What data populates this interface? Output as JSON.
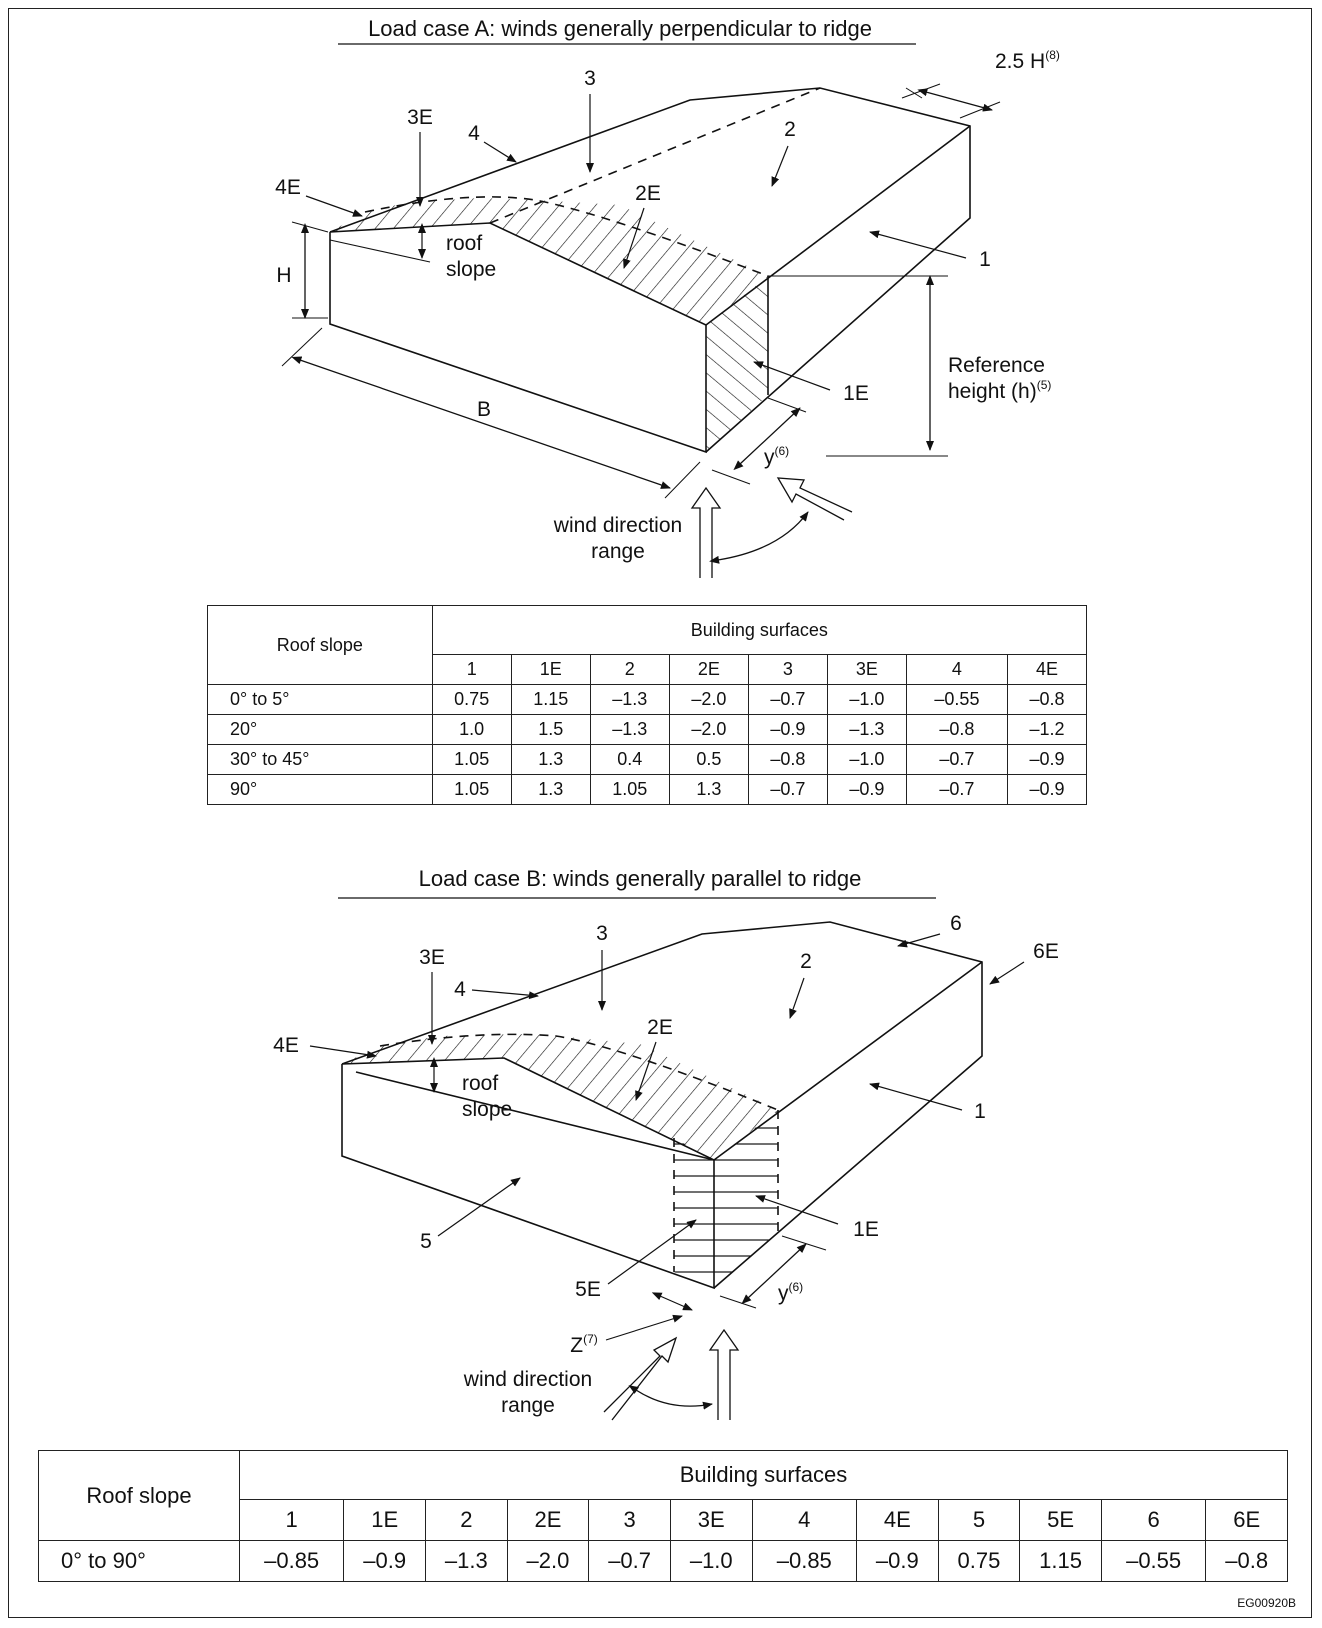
{
  "figure_code": "EG00920B",
  "case_a": {
    "title": "Load case A:  winds generally perpendicular to ridge",
    "labels": {
      "s3": "3",
      "s4": "4",
      "s3e": "3E",
      "s4e": "4E",
      "s2": "2",
      "s2e": "2E",
      "s1": "1",
      "s1e": "1E",
      "h": "H",
      "b": "B",
      "roof": "roof",
      "slope": "slope",
      "ref_line1": "Reference",
      "ref_line2": "height (h)",
      "ref_sup": "(5)",
      "y": "y",
      "y_sup": "(6)",
      "h25": "2.5 H",
      "h25_sup": "(8)",
      "wind1": "wind direction",
      "wind2": "range"
    },
    "table": {
      "row_header": "Roof slope",
      "group_header": "Building surfaces",
      "columns": [
        "1",
        "1E",
        "2",
        "2E",
        "3",
        "3E",
        "4",
        "4E"
      ],
      "rows": [
        {
          "slope": "0° to 5°",
          "values": [
            "0.75",
            "1.15",
            "–1.3",
            "–2.0",
            "–0.7",
            "–1.0",
            "–0.55",
            "–0.8"
          ]
        },
        {
          "slope": "20°",
          "values": [
            "1.0",
            "1.5",
            "–1.3",
            "–2.0",
            "–0.9",
            "–1.3",
            "–0.8",
            "–1.2"
          ]
        },
        {
          "slope": "30° to 45°",
          "values": [
            "1.05",
            "1.3",
            "0.4",
            "0.5",
            "–0.8",
            "–1.0",
            "–0.7",
            "–0.9"
          ]
        },
        {
          "slope": "90°",
          "values": [
            "1.05",
            "1.3",
            "1.05",
            "1.3",
            "–0.7",
            "–0.9",
            "–0.7",
            "–0.9"
          ]
        }
      ]
    }
  },
  "case_b": {
    "title": "Load case B:  winds generally parallel to ridge",
    "labels": {
      "s3": "3",
      "s3e": "3E",
      "s4": "4",
      "s4e": "4E",
      "s2": "2",
      "s2e": "2E",
      "s1": "1",
      "s1e": "1E",
      "s5": "5",
      "s5e": "5E",
      "s6": "6",
      "s6e": "6E",
      "roof": "roof",
      "slope": "slope",
      "y": "y",
      "y_sup": "(6)",
      "z": "Z",
      "z_sup": "(7)",
      "wind1": "wind direction",
      "wind2": "range"
    },
    "table": {
      "row_header": "Roof slope",
      "group_header": "Building surfaces",
      "columns": [
        "1",
        "1E",
        "2",
        "2E",
        "3",
        "3E",
        "4",
        "4E",
        "5",
        "5E",
        "6",
        "6E"
      ],
      "rows": [
        {
          "slope": "0° to 90°",
          "values": [
            "–0.85",
            "–0.9",
            "–1.3",
            "–2.0",
            "–0.7",
            "–1.0",
            "–0.85",
            "–0.9",
            "0.75",
            "1.15",
            "–0.55",
            "–0.8"
          ]
        }
      ]
    }
  }
}
